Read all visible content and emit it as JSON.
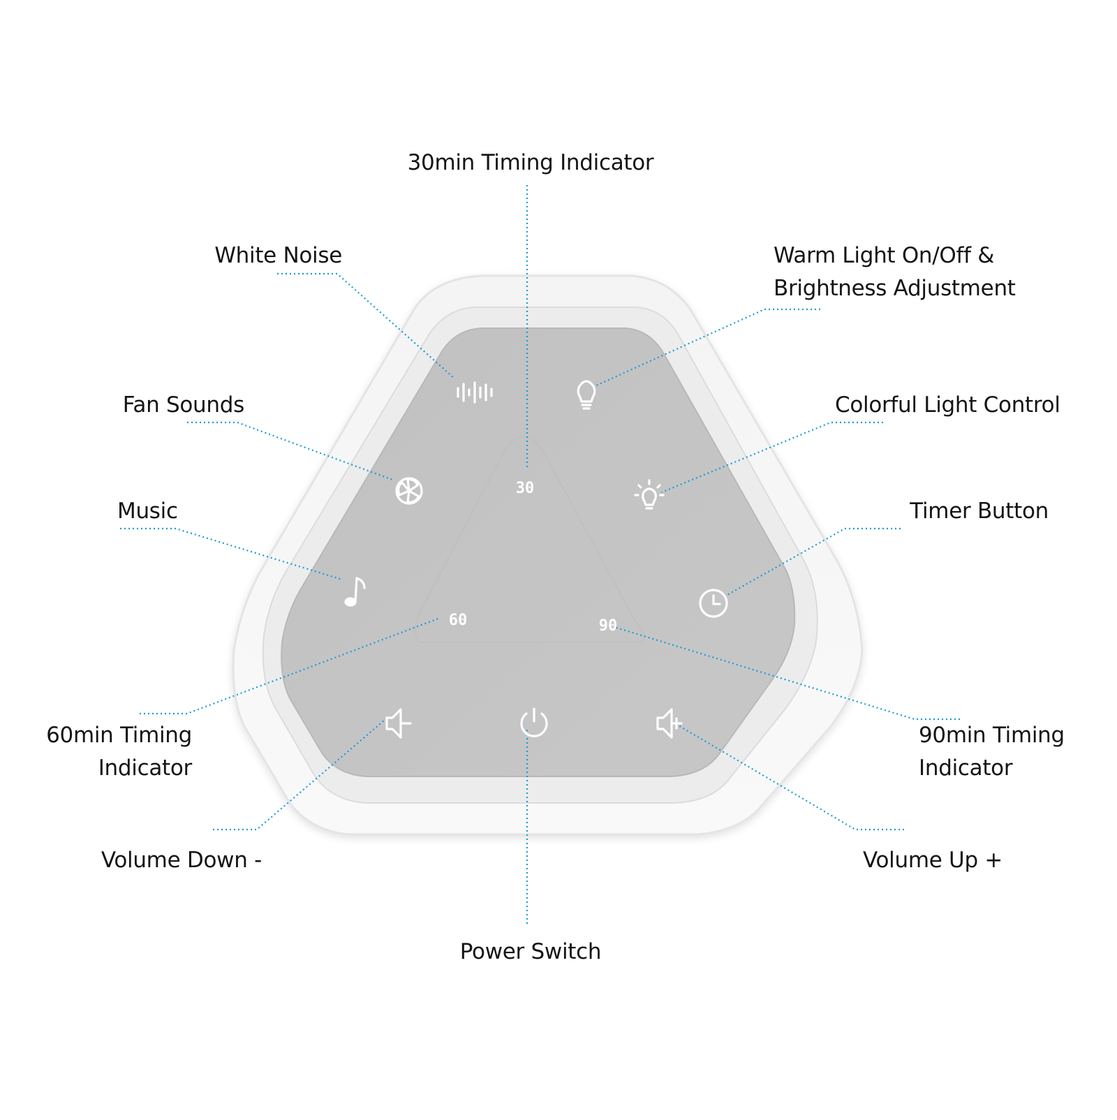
{
  "colors": {
    "leader_line": "#1a9ad6",
    "device_shell": "#f6f6f6",
    "device_rim": "#e9e9e9",
    "panel": "#c3c3c3",
    "icon": "#ffffff",
    "text": "#141414"
  },
  "labels": {
    "timing_30": "30min Timing Indicator",
    "white_noise": "White Noise",
    "warm_light_line1": "Warm Light On/Off &",
    "warm_light_line2": "Brightness Adjustment",
    "fan_sounds": "Fan Sounds",
    "colorful_light": "Colorful Light Control",
    "music": "Music",
    "timer_button": "Timer Button",
    "timing_60_line1": "60min Timing",
    "timing_60_line2": "Indicator",
    "timing_90_line1": "90min Timing",
    "timing_90_line2": "Indicator",
    "volume_down": "Volume Down -",
    "volume_up": "Volume Up +",
    "power_switch": "Power Switch"
  },
  "panel_digits": {
    "d30": "30",
    "d60": "60",
    "d90": "90"
  },
  "icons": {
    "white_noise": "waveform-icon",
    "warm_light": "lightbulb-icon",
    "fan": "fan-icon",
    "colorful_light": "glowing-bulb-icon",
    "music": "music-note-icon",
    "timer": "clock-icon",
    "volume_down": "speaker-minus-icon",
    "power": "power-icon",
    "volume_up": "speaker-plus-icon"
  }
}
